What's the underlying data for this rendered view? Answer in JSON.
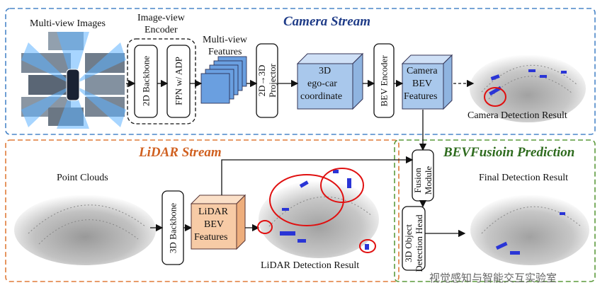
{
  "camera_stream": {
    "title": "Camera Stream",
    "multi_view_images_label": "Multi-view Images",
    "encoder_label_line1": "Image-view",
    "encoder_label_line2": "Encoder",
    "backbone_2d": "2D Backbone",
    "fpn": "FPN w/ ADP",
    "features_label_line1": "Multi-view",
    "features_label_line2": "Features",
    "projector": "2D→3D Projector",
    "ego_line1": "3D",
    "ego_line2": "ego-car",
    "ego_line3": "coordinate",
    "bev_encoder": "BEV Encoder",
    "camera_bev_line1": "Camera",
    "camera_bev_line2": "BEV",
    "camera_bev_line3": "Features",
    "detection_result": "Camera Detection Result"
  },
  "lidar_stream": {
    "title": "LiDAR Stream",
    "point_clouds_label": "Point Clouds",
    "backbone_3d": "3D Backbone",
    "lidar_bev_line1": "LiDAR",
    "lidar_bev_line2": "BEV",
    "lidar_bev_line3": "Features",
    "detection_result": "LiDAR Detection Result"
  },
  "fusion": {
    "title": "BEVFusioin Prediction",
    "fusion_module": "Fusion Module",
    "detection_head": "3D Object Detection Head",
    "final_result": "Final Detection Result"
  },
  "watermark": "视觉感知与智能交互实验室",
  "colors": {
    "camera_border": "#4a86c8",
    "lidar_border": "#e07b39",
    "fusion_border": "#5c9a3c",
    "camera_title": "#1f3c88",
    "lidar_title": "#d06020",
    "fusion_title": "#2e6b1e",
    "box_blue": "#a9c8ec",
    "box_orange": "#f7cba6",
    "highlight_red": "#e01010"
  }
}
